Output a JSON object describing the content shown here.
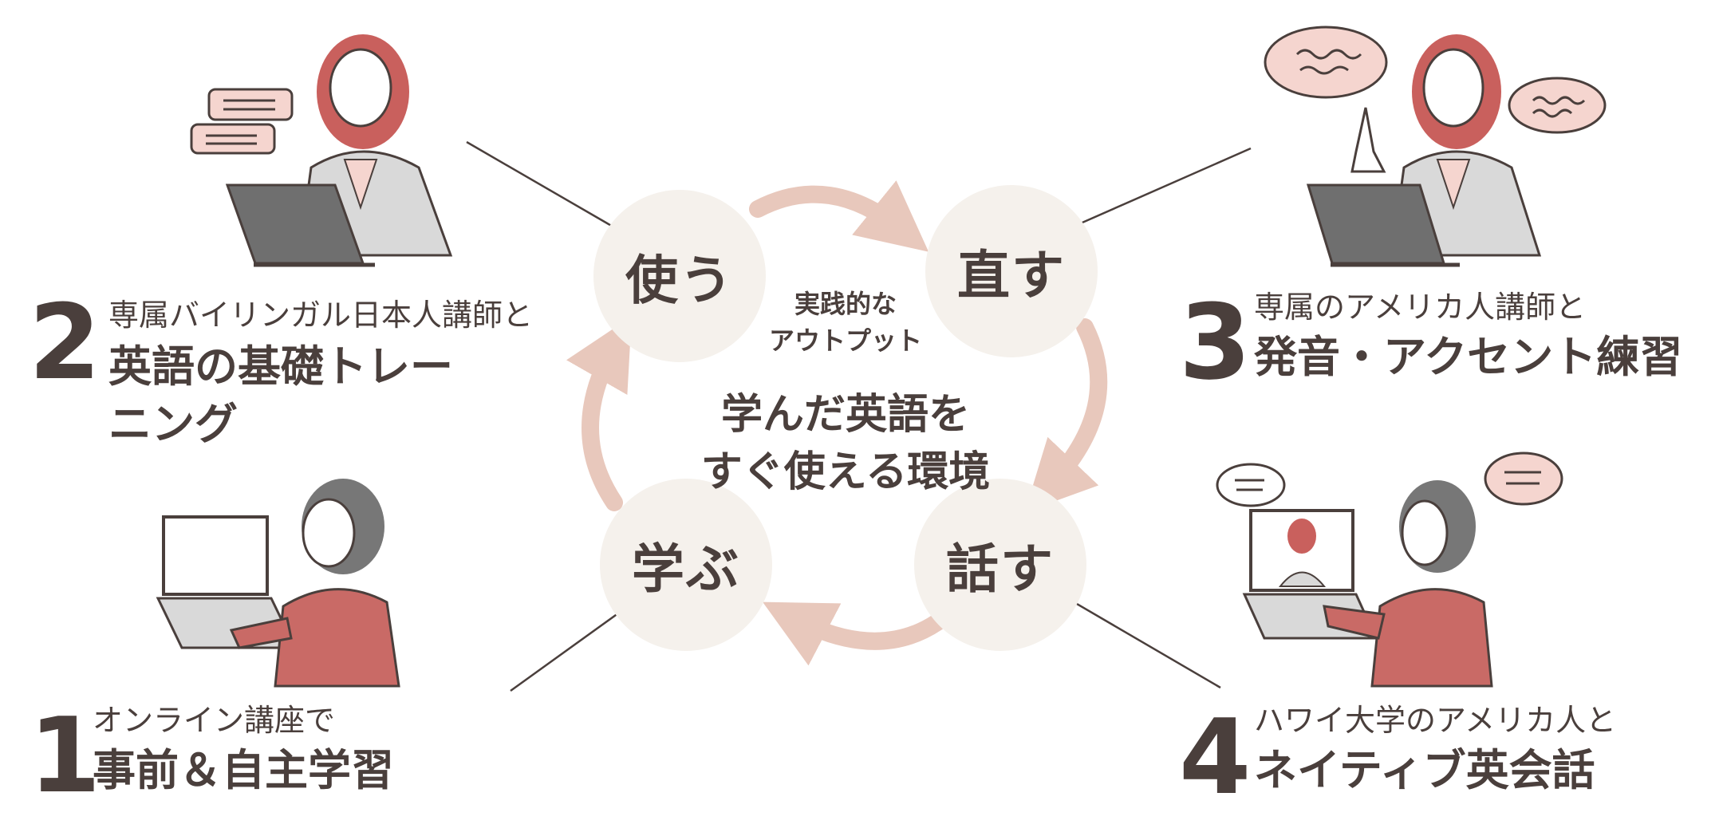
{
  "cycle": {
    "nodes": {
      "use": "使う",
      "fix": "直す",
      "learn": "学ぶ",
      "speak": "話す"
    },
    "center_small": [
      "実践的な",
      "アウトプット"
    ],
    "center_big": [
      "学んだ英語を",
      "すぐ使える環境"
    ]
  },
  "steps": {
    "step1": {
      "number": "1",
      "subtitle": "オンライン講座で",
      "title": "事前＆自主学習"
    },
    "step2": {
      "number": "2",
      "subtitle": "専属バイリンガル日本人講師と",
      "title_lines": [
        "英語の基礎トレー",
        "ニング"
      ]
    },
    "step3": {
      "number": "3",
      "subtitle": "専属のアメリカ人講師と",
      "title": "発音・アクセント練習"
    },
    "step4": {
      "number": "4",
      "subtitle": "ハワイ大学のアメリカ人と",
      "title": "ネイティブ英会話"
    }
  },
  "colors": {
    "text": "#4a3f3c",
    "node_bg": "#f5f1ec",
    "arrow": "#e8c8bc",
    "hair": "#c9605d",
    "sweater": "#c96a66",
    "pink_bubble": "#f5d5cf",
    "laptop": "#6f6f6f"
  },
  "icons": {
    "illustration2": "woman-headset-laptop-icon",
    "illustration3": "woman-headset-pointing-icon",
    "illustration1": "woman-laptop-study-icon",
    "illustration4": "woman-video-call-icon"
  }
}
